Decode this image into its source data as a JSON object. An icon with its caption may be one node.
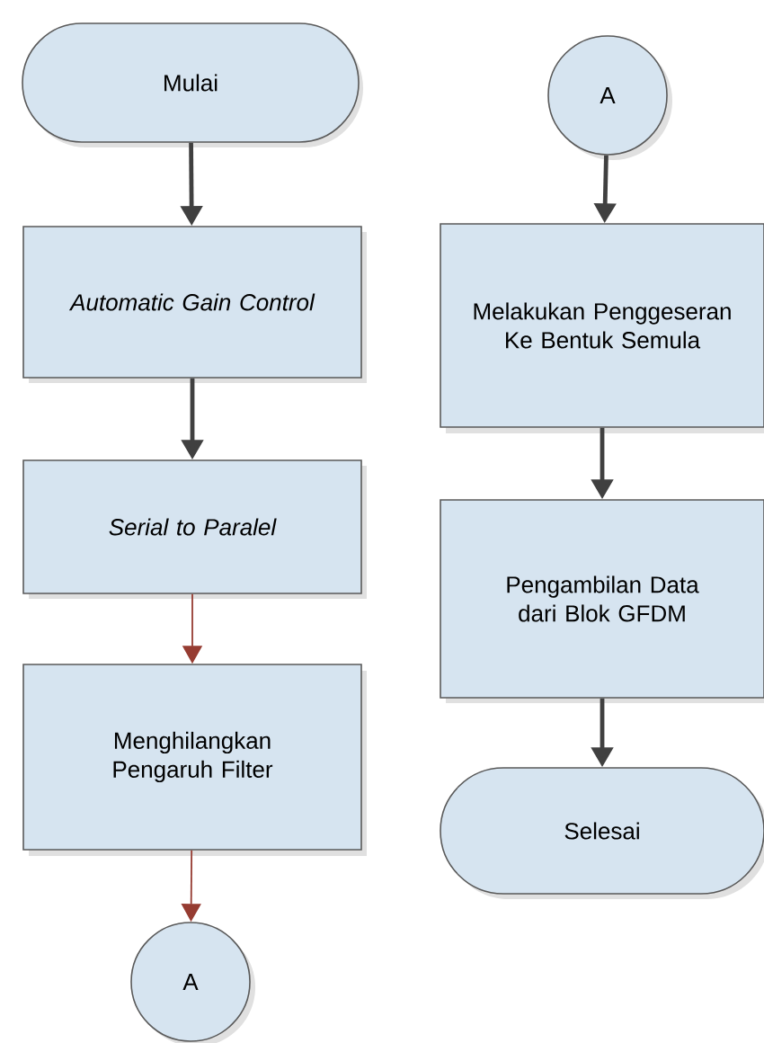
{
  "diagram": {
    "nodes": [
      {
        "text": [
          "Mulai"
        ]
      },
      {
        "text": [
          "Automatic Gain Control"
        ]
      },
      {
        "text": [
          "Serial to Paralel"
        ]
      },
      {
        "text": [
          "Menghilangkan Pengaruh Filter"
        ]
      },
      {
        "text": [
          "A"
        ]
      },
      {
        "text": [
          "A"
        ]
      },
      {
        "text": [
          "Melakukan Penggeseran Ke Bentuk Semula"
        ]
      },
      {
        "text": [
          "Pengambilan Data dari Blok GFDM"
        ]
      },
      {
        "text": [
          "Selesai"
        ]
      }
    ],
    "edges": [
      {
        "from": 0,
        "to": 1,
        "arrow": "to"
      },
      {
        "from": 1,
        "to": 2,
        "arrow": "to"
      },
      {
        "from": 2,
        "to": 3,
        "arrow": "to",
        "color": "#963c32"
      },
      {
        "from": 3,
        "to": 4,
        "arrow": "to",
        "color": "#963c32"
      },
      {
        "from": 5,
        "to": 6,
        "arrow": "to"
      },
      {
        "from": 6,
        "to": 7,
        "arrow": "to"
      },
      {
        "from": 7,
        "to": 8,
        "arrow": "to"
      }
    ]
  }
}
